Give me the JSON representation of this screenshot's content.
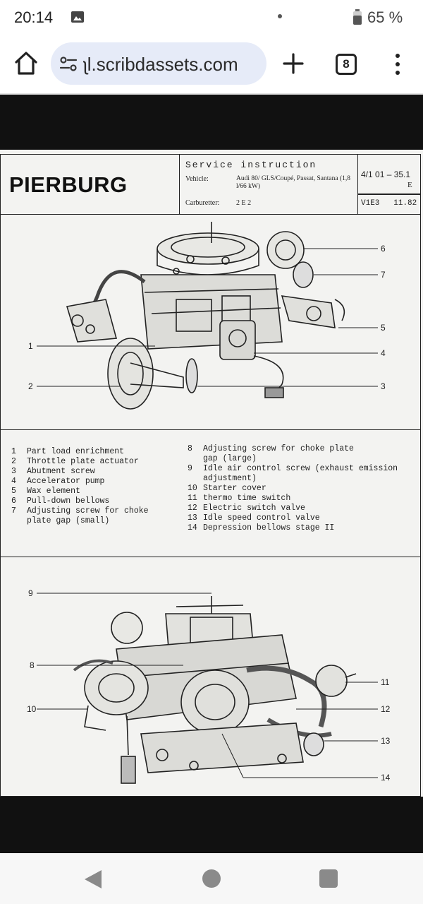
{
  "status_bar": {
    "time": "20:14",
    "battery": "65 %",
    "icons": [
      "image-icon",
      "notification-dot",
      "battery-icon"
    ]
  },
  "browser": {
    "url": "ʅl.scribdassets.com",
    "tab_count": "8",
    "icons": [
      "home-icon",
      "site-settings-icon",
      "plus-icon",
      "tabs-icon",
      "more-vert-icon"
    ]
  },
  "document": {
    "logo": "PIERBURG",
    "service_title": "Service instruction",
    "vehicle_label": "Vehicle:",
    "vehicle_value": "Audi 80/ GLS/Coupé, Passat, Santana (1,8 l/66 kW)",
    "carburetter_label": "Carburetter:",
    "carburetter_value": "2 E 2",
    "doc_code": "4/1 01 – 35.1",
    "doc_code_suffix": "E",
    "ref_code": "V1E3",
    "ref_date": "11.82",
    "fig1_callouts": [
      "6",
      "7",
      "5",
      "1",
      "4",
      "2",
      "3"
    ],
    "fig2_callouts": [
      "9",
      "8",
      "11",
      "10",
      "12",
      "13",
      "14"
    ],
    "legend_left": [
      {
        "num": "1",
        "text": "Part load enrichment"
      },
      {
        "num": "2",
        "text": "Throttle plate actuator"
      },
      {
        "num": "3",
        "text": "Abutment screw"
      },
      {
        "num": "4",
        "text": "Accelerator pump"
      },
      {
        "num": "5",
        "text": "Wax element"
      },
      {
        "num": "6",
        "text": "Pull-down bellows"
      },
      {
        "num": "7",
        "text": "Adjusting screw for choke\nplate gap (small)"
      }
    ],
    "legend_right": [
      {
        "num": "8",
        "text": "Adjusting screw for choke plate\ngap (large)"
      },
      {
        "num": "9",
        "text": "Idle air control screw (exhaust emission\nadjustment)"
      },
      {
        "num": "10",
        "text": "Starter cover"
      },
      {
        "num": "11",
        "text": "thermo time switch"
      },
      {
        "num": "12",
        "text": "Electric switch valve"
      },
      {
        "num": "13",
        "text": "Idle speed control valve"
      },
      {
        "num": "14",
        "text": "Depression bellows stage II"
      }
    ]
  },
  "nav_bar": {
    "icons": [
      "back-icon",
      "home-circle-icon",
      "recents-icon"
    ]
  }
}
